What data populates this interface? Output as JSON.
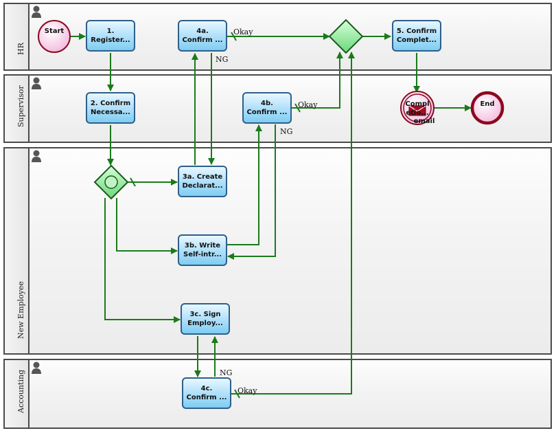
{
  "lanes": {
    "hr": "HR",
    "supervisor": "Supervisor",
    "new_employee": "New Employee",
    "accounting": "Accounting"
  },
  "events": {
    "start": "Start",
    "end": "End",
    "completion_line1": "Compl",
    "completion_line2": "etio...",
    "completion_email": "email"
  },
  "tasks": {
    "t1": [
      "1.",
      "Register..."
    ],
    "t2": [
      "2. Confirm",
      "Necessa..."
    ],
    "t3a": [
      "3a. Create",
      "Declarat..."
    ],
    "t3b": [
      "3b. Write",
      "Self-intr..."
    ],
    "t3c": [
      "3c. Sign",
      "Employ..."
    ],
    "t4a": [
      "4a.",
      "Confirm ..."
    ],
    "t4b": [
      "4b.",
      "Confirm ..."
    ],
    "t4c": [
      "4c.",
      "Confirm ..."
    ],
    "t5": [
      "5. Confirm",
      "Complet..."
    ]
  },
  "edge_labels": {
    "okay_4a": "Okay",
    "ng_4a": "NG",
    "okay_4b": "Okay",
    "ng_4b": "NG",
    "okay_4c": "Okay",
    "ng_4c": "NG"
  },
  "colors": {
    "flow": "#1a7a1a",
    "task_border": "#2d5f8a",
    "gateway_fill": "#7ee08a",
    "start_fill": "#fbd8ee",
    "end_border": "#8b0a1e"
  }
}
